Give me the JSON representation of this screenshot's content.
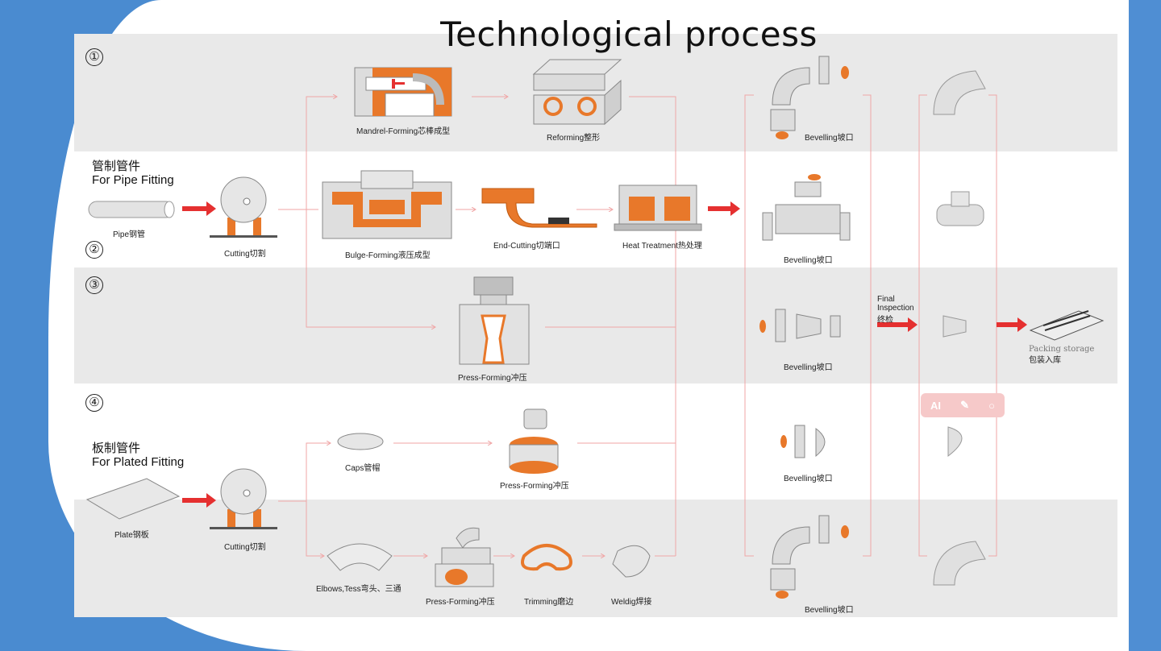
{
  "title": "Technological process",
  "steps": {
    "n1": "①",
    "n2": "②",
    "n3": "③",
    "n4": "④"
  },
  "pipe": {
    "cn": "管制管件",
    "en": "For Pipe Fitting",
    "pipe_label": "Pipe钢管",
    "cutting": "Cutting切割"
  },
  "plate": {
    "cn": "板制管件",
    "en": "For Plated Fitting",
    "plate_label": "Plate钢板",
    "cutting": "Cutting切割"
  },
  "labels": {
    "mandrel": "Mandrel-Forming芯棒成型",
    "reforming": "Reforming整形",
    "bulge": "Bulge-Forming液压成型",
    "endcut": "End-Cutting切端口",
    "heat": "Heat Treatment热处理",
    "press3": "Press-Forming冲压",
    "caps": "Caps管帽",
    "press4a": "Press-Forming冲压",
    "elbows": "Elbows,Tess弯头、三通",
    "press4b": "Press-Forming冲压",
    "trimming": "Trimming磨边",
    "welding": "Weldig焊接",
    "bev1": "Bevelling坡口",
    "bev2": "Bevelling坡口",
    "bev3": "Bevelling坡口",
    "bev4": "Bevelling坡口",
    "bev5": "Bevelling坡口",
    "final1": "Final",
    "final2": "Inspection",
    "final3": "终检",
    "pack1": "Packing storage",
    "pack2": "包装入库"
  },
  "toolbar": {
    "ai": "AI",
    "magic": "✎",
    "search": "○"
  },
  "colors": {
    "accent": "#e8782a",
    "arrow": "#e53030",
    "line": "#f0a6a6",
    "band": "#e9e9e9"
  }
}
